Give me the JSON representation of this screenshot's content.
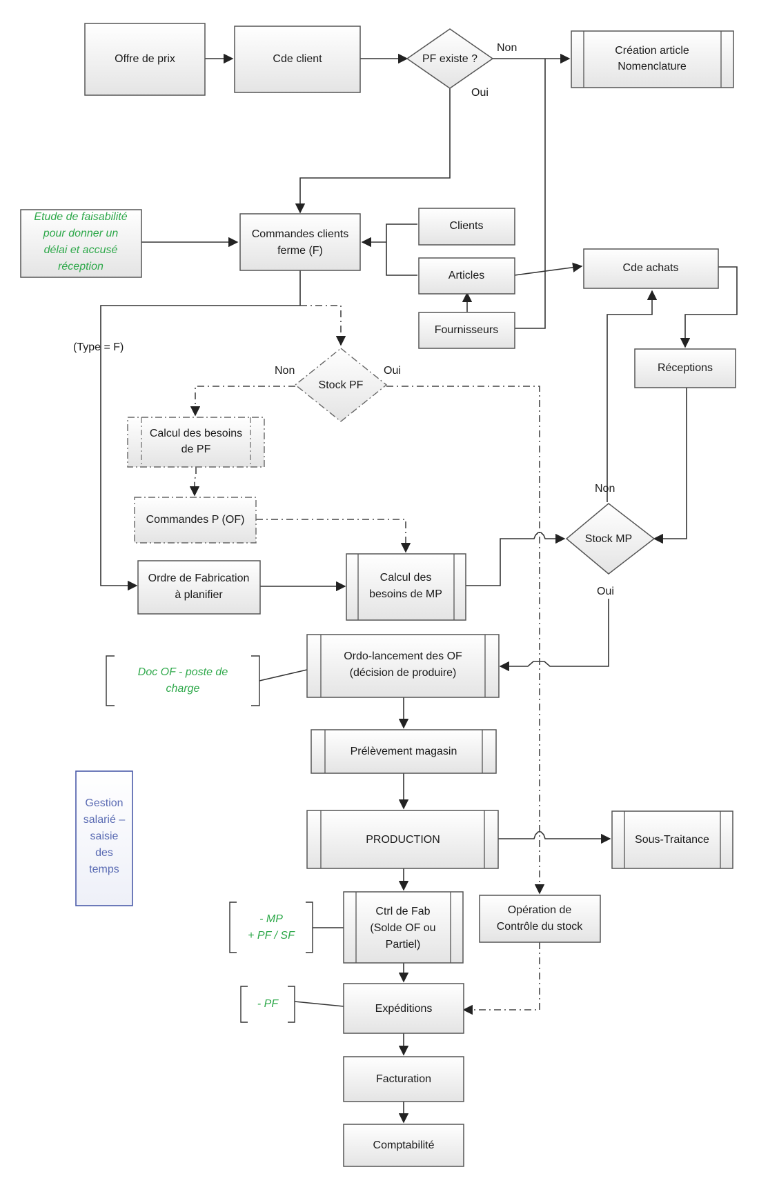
{
  "nodes": {
    "offre_prix": "Offre de prix",
    "cde_client": "Cde client",
    "pf_existe": "PF existe ?",
    "creation_article": [
      "Création article",
      "Nomenclature"
    ],
    "commandes_clients": [
      "Commandes clients",
      "ferme (F)"
    ],
    "clients": "Clients",
    "articles": "Articles",
    "fournisseurs": "Fournisseurs",
    "cde_achats": "Cde achats",
    "receptions": "Réceptions",
    "stock_pf": "Stock PF",
    "calcul_besoins_pf": [
      "Calcul des besoins",
      "de PF"
    ],
    "commandes_p": "Commandes P (OF)",
    "ordre_fabrication": [
      "Ordre de Fabrication",
      "à planifier"
    ],
    "calcul_besoins_mp": [
      "Calcul des",
      "besoins de MP"
    ],
    "stock_mp": "Stock MP",
    "ordo_lancement": [
      "Ordo-lancement des OF",
      "(décision de produire)"
    ],
    "prelevement": "Prélèvement magasin",
    "production": "PRODUCTION",
    "sous_traitance": "Sous-Traitance",
    "ctrl_fab": [
      "Ctrl de Fab",
      "(Solde OF ou",
      "Partiel)"
    ],
    "operation_controle": [
      "Opération de",
      "Contrôle du stock"
    ],
    "expeditions": "Expéditions",
    "facturation": "Facturation",
    "comptabilite": "Comptabilité"
  },
  "edge_labels": {
    "non_pf_existe": "Non",
    "oui_pf_existe": "Oui",
    "type_f": "(Type = F)",
    "non_stock_pf": "Non",
    "oui_stock_pf": "Oui",
    "non_stock_mp": "Non",
    "oui_stock_mp": "Oui"
  },
  "notes": {
    "etude_faisabilite": [
      "Etude de faisabilité",
      "pour donner un",
      "délai et accusé",
      "réception"
    ],
    "doc_of": [
      "Doc OF - poste de",
      "charge"
    ],
    "mp_pf_sf": [
      "- MP",
      "+ PF / SF"
    ],
    "minus_pf": "- PF",
    "gestion_salarie": [
      "Gestion",
      "salarié –",
      "saisie",
      "des",
      "temps"
    ]
  },
  "colors": {
    "box_stroke": "#555555",
    "box_fill_top": "#ffffff",
    "box_fill_bottom": "#e6e6e6",
    "note_green": "#2ea84a",
    "note_blue": "#5a6bb3",
    "note_blue_border": "#4a5aa8"
  }
}
